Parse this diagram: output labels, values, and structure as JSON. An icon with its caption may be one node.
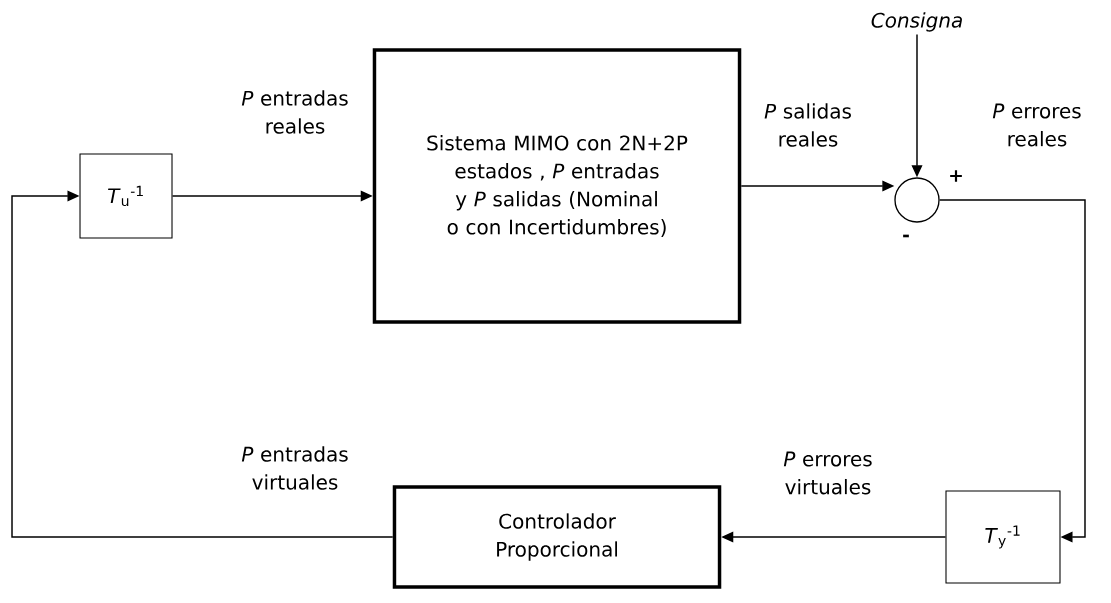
{
  "diagram": {
    "nodes": [
      {
        "text": [
          "*T*$_{u}$$^{-1}$"
        ]
      },
      {
        "text": [
          "Sistema MIMO con 2N+2P estados , *P* entradas y *P* salidas (Nominal o con Incertidumbres)"
        ]
      },
      {
        "text": [],
        "shape": "circle",
        "beside": [
          "+",
          "-"
        ]
      },
      {
        "text": [
          "*Consigna*"
        ]
      },
      {
        "text": [
          "*T*$_{y}$$^{-1}$"
        ]
      },
      {
        "text": [
          "Controlador Proporcional"
        ]
      }
    ],
    "edges": [
      {
        "from": 0,
        "to": 1,
        "arrow": "to",
        "label": "*P* entradas reales"
      },
      {
        "from": 1,
        "to": 2,
        "arrow": "to",
        "label": "*P* salidas reales"
      },
      {
        "from": 3,
        "to": 2,
        "arrow": "to"
      },
      {
        "from": 2,
        "to": 4,
        "arrow": "to",
        "label": "*P* errores reales"
      },
      {
        "from": 4,
        "to": 5,
        "arrow": "to",
        "label": "*P* errores virtuales"
      },
      {
        "from": 5,
        "to": 0,
        "arrow": "to",
        "label": "*P* entradas virtuales"
      }
    ]
  }
}
